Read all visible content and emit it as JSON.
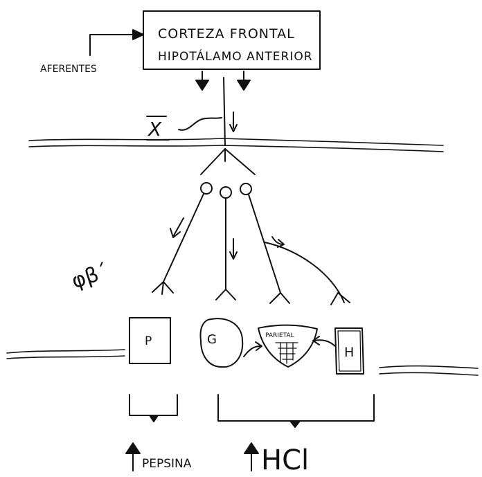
{
  "box_top": {
    "line1": "CORTEZA FRONTAL",
    "line2": "HIPOTÁLAMO ANTERIOR"
  },
  "labels": {
    "aferentes": "AFERENTES",
    "vagus": "X",
    "vagus_mark": "1",
    "psi": "φβ´"
  },
  "cells": {
    "p": "P",
    "g": "G",
    "parietal": "PARIETAL",
    "h": "H"
  },
  "outputs": {
    "pepsina": "PEPSINA",
    "hcl": "HCl"
  },
  "colors": {
    "ink": "#111111",
    "paper": "#ffffff"
  }
}
